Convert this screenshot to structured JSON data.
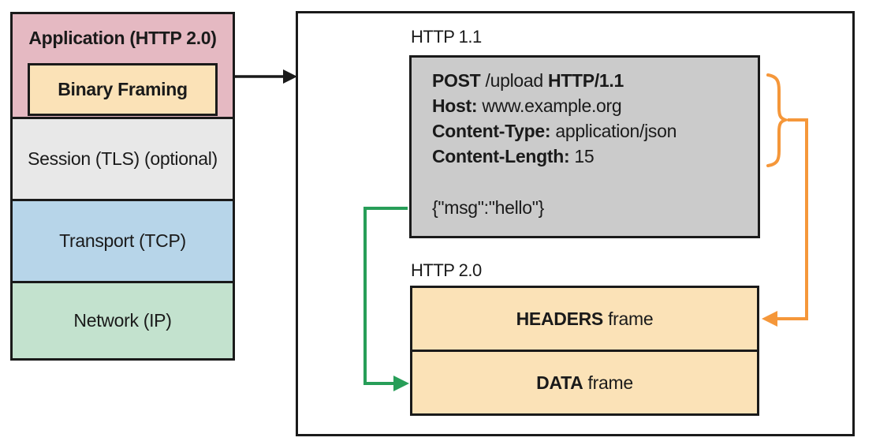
{
  "colors": {
    "pink": "#e5b9c2",
    "peach": "#fbe2b7",
    "light_gray": "#e8e8e8",
    "request_gray": "#cbcbcb",
    "blue": "#b7d5e9",
    "green": "#c3e2ce",
    "orange_accent": "#f5973a",
    "green_accent": "#279e58",
    "line_black": "#1a1a1a"
  },
  "stack": {
    "application": {
      "label": "Application (HTTP 2.0)"
    },
    "binary_framing": {
      "label": "Binary Framing"
    },
    "session": {
      "label": "Session (TLS) (optional)"
    },
    "transport": {
      "label": "Transport (TCP)"
    },
    "network": {
      "label": "Network (IP)"
    }
  },
  "panel": {
    "http11_label": "HTTP 1.1",
    "http20_label": "HTTP 2.0",
    "request": {
      "line1": {
        "method": "POST",
        "path": " /upload ",
        "version": "HTTP/1.1"
      },
      "host": {
        "label": "Host:",
        "value": " www.example.org"
      },
      "content_type": {
        "label": "Content-Type:",
        "value": " application/json"
      },
      "content_length": {
        "label": "Content-Length:",
        "value": " 15"
      },
      "body": "{\"msg\":\"hello\"}"
    },
    "frames": {
      "headers": {
        "bold": "HEADERS",
        "rest": " frame"
      },
      "data": {
        "bold": "DATA",
        "rest": " frame"
      }
    }
  }
}
